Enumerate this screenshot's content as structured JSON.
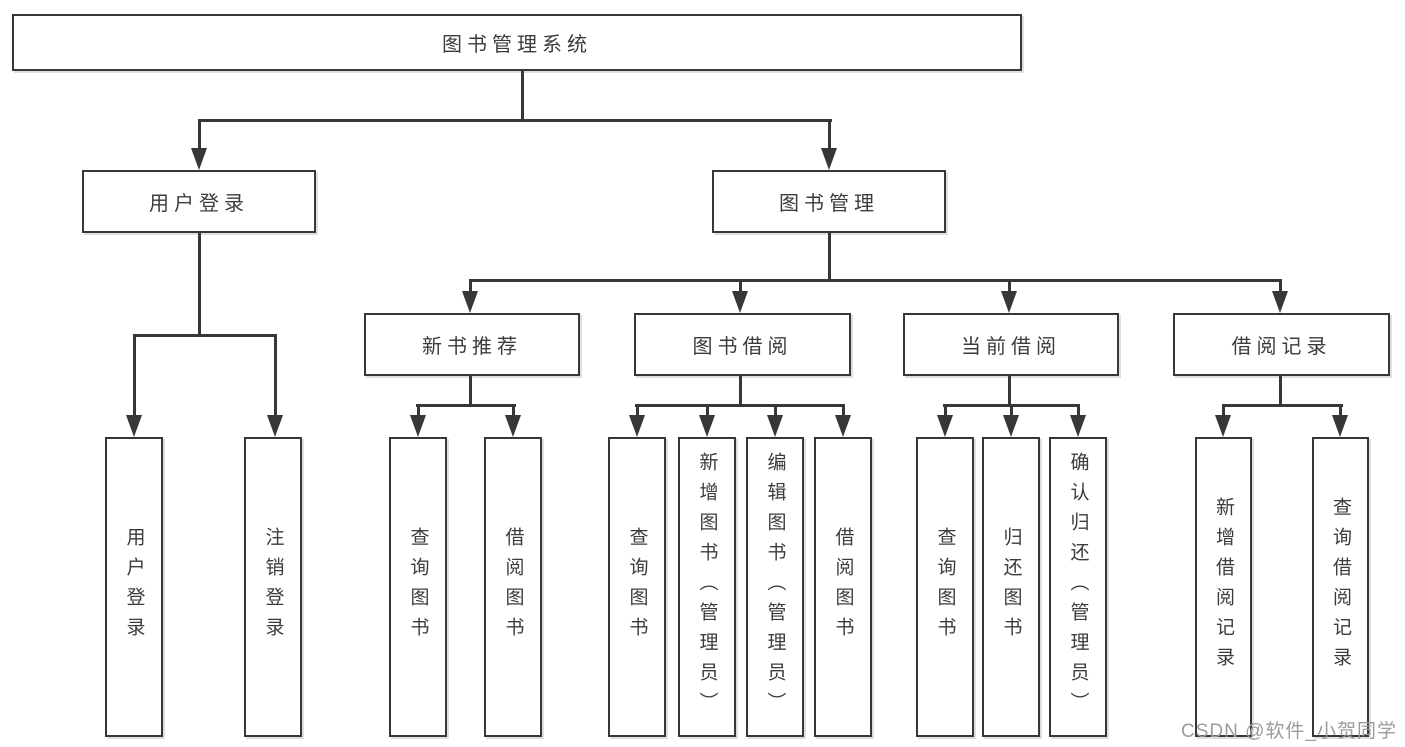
{
  "tree": {
    "root": "图书管理系统",
    "l2": [
      {
        "label": "用户登录",
        "children": [
          {
            "label": "用户登录"
          },
          {
            "label": "注销登录"
          }
        ]
      },
      {
        "label": "图书管理",
        "children": [
          {
            "label": "新书推荐",
            "children": [
              {
                "label": "查询图书"
              },
              {
                "label": "借阅图书"
              }
            ]
          },
          {
            "label": "图书借阅",
            "children": [
              {
                "label": "查询图书"
              },
              {
                "label": "新增图书（管理员）"
              },
              {
                "label": "编辑图书（管理员）"
              },
              {
                "label": "借阅图书"
              }
            ]
          },
          {
            "label": "当前借阅",
            "children": [
              {
                "label": "查询图书"
              },
              {
                "label": "归还图书"
              },
              {
                "label": "确认归还（管理员）"
              }
            ]
          },
          {
            "label": "借阅记录",
            "children": [
              {
                "label": "新增借阅记录"
              },
              {
                "label": "查询借阅记录"
              }
            ]
          }
        ]
      }
    ]
  },
  "watermark": {
    "text": "CSDN @软件_小贺同学"
  },
  "colors": {
    "line": "#373737",
    "text": "#3c3c3c",
    "watermark": "#9c9c9c",
    "background": "#ffffff"
  }
}
